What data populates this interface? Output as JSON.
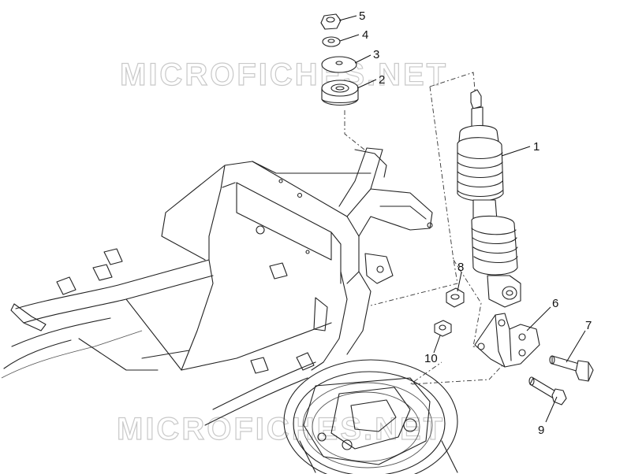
{
  "watermark": {
    "text": "MICROFICHES.NET"
  },
  "callouts": [
    {
      "id": "5",
      "label": "5"
    },
    {
      "id": "4",
      "label": "4"
    },
    {
      "id": "3",
      "label": "3"
    },
    {
      "id": "2",
      "label": "2"
    },
    {
      "id": "1",
      "label": "1"
    },
    {
      "id": "8",
      "label": "8"
    },
    {
      "id": "6",
      "label": "6"
    },
    {
      "id": "7",
      "label": "7"
    },
    {
      "id": "10",
      "label": "10"
    },
    {
      "id": "9",
      "label": "9"
    }
  ]
}
